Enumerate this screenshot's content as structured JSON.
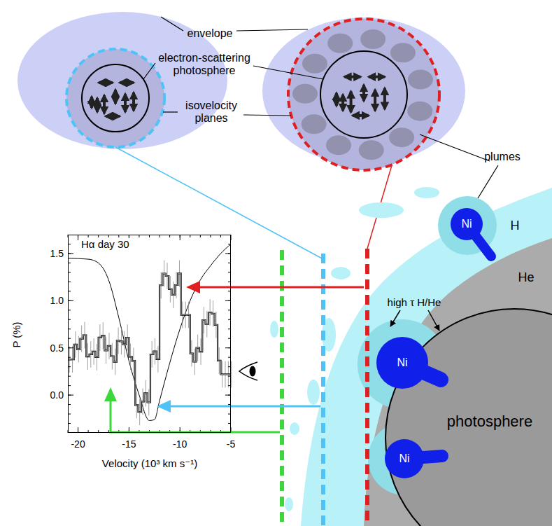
{
  "diagram": {
    "nodes": [
      {
        "text": [
          "Hα day 30"
        ]
      },
      {
        "text": [
          "Ni"
        ]
      },
      {
        "text": [
          "Ni"
        ]
      },
      {
        "text": [
          "Ni"
        ]
      },
      {
        "text": [
          "photosphere"
        ]
      }
    ],
    "labels": [
      "envelope",
      "electron-scattering photosphere",
      "isovelocity planes",
      "plumes",
      "H",
      "He",
      "high τ H/He",
      "P (%)",
      "Velocity (10³ km s⁻¹)",
      "1.5",
      "1.0",
      "0.5",
      "0.0",
      "-20",
      "-15",
      "-10",
      "-5"
    ]
  }
}
